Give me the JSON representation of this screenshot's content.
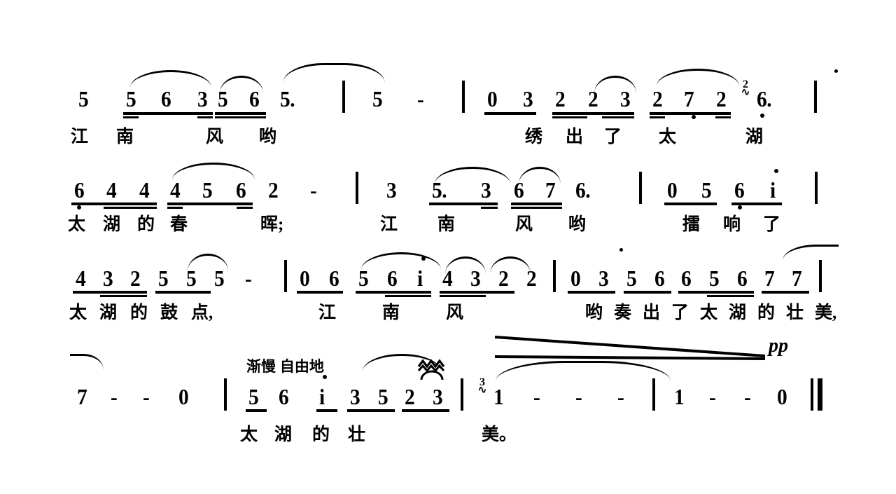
{
  "document": {
    "kind": "jianpu-score",
    "language": "zh-CN",
    "background_color": "#ffffff",
    "ink_color": "#000000"
  },
  "markings": {
    "tempo_expression": "渐慢 自由地",
    "dynamic_end": "pp",
    "tuplet_2": "2",
    "tuplet_3": "3",
    "tuplet_squiggle": "∿"
  },
  "systems": [
    {
      "index": 1,
      "notes": [
        "5",
        "5",
        "6",
        "3",
        "5",
        "6",
        "5.",
        "5",
        "-",
        "0",
        "3",
        "2",
        "2",
        "3",
        "2",
        "7",
        "2",
        "6."
      ],
      "lyrics": [
        "江",
        "南",
        "风",
        "哟",
        "绣",
        "出",
        "了",
        "太",
        "湖"
      ]
    },
    {
      "index": 2,
      "notes": [
        "6",
        "4",
        "4",
        "4",
        "5",
        "6",
        "2",
        "-",
        "3",
        "5.",
        "3",
        "6",
        "7",
        "6.",
        "0",
        "5",
        "6",
        "i"
      ],
      "lyrics": [
        "太",
        "湖",
        "的",
        "春",
        "晖;",
        "江",
        "南",
        "风",
        "哟",
        "擂",
        "响",
        "了"
      ]
    },
    {
      "index": 3,
      "notes": [
        "4",
        "3",
        "2",
        "5",
        "5",
        "5",
        "-",
        "0",
        "6",
        "5",
        "6",
        "i",
        "4",
        "3",
        "2",
        "2",
        "0",
        "3",
        "5",
        "6",
        "6",
        "5",
        "6",
        "7",
        "7"
      ],
      "lyrics": [
        "太",
        "湖",
        "的",
        "鼓",
        "点,",
        "江",
        "南",
        "风",
        "哟",
        "奏",
        "出",
        "了",
        "太",
        "湖",
        "的",
        "壮",
        "美,"
      ]
    },
    {
      "index": 4,
      "notes": [
        "7",
        "-",
        "-",
        "0",
        "5",
        "6",
        "i",
        "3",
        "5",
        "2",
        "3",
        "1",
        "-",
        "-",
        "-",
        "1",
        "-",
        "-",
        "0"
      ],
      "lyrics": [
        "太",
        "湖",
        "的",
        "壮",
        "美。"
      ]
    }
  ],
  "lyrics_full": {
    "line1": "江南风哟  绣出了太湖",
    "line2": "太湖的春晖; 江南风哟 擂响了",
    "line3": "太湖的鼓点, 江南风哟 奏出了太湖的壮美,",
    "line4": "太湖的壮美。"
  }
}
